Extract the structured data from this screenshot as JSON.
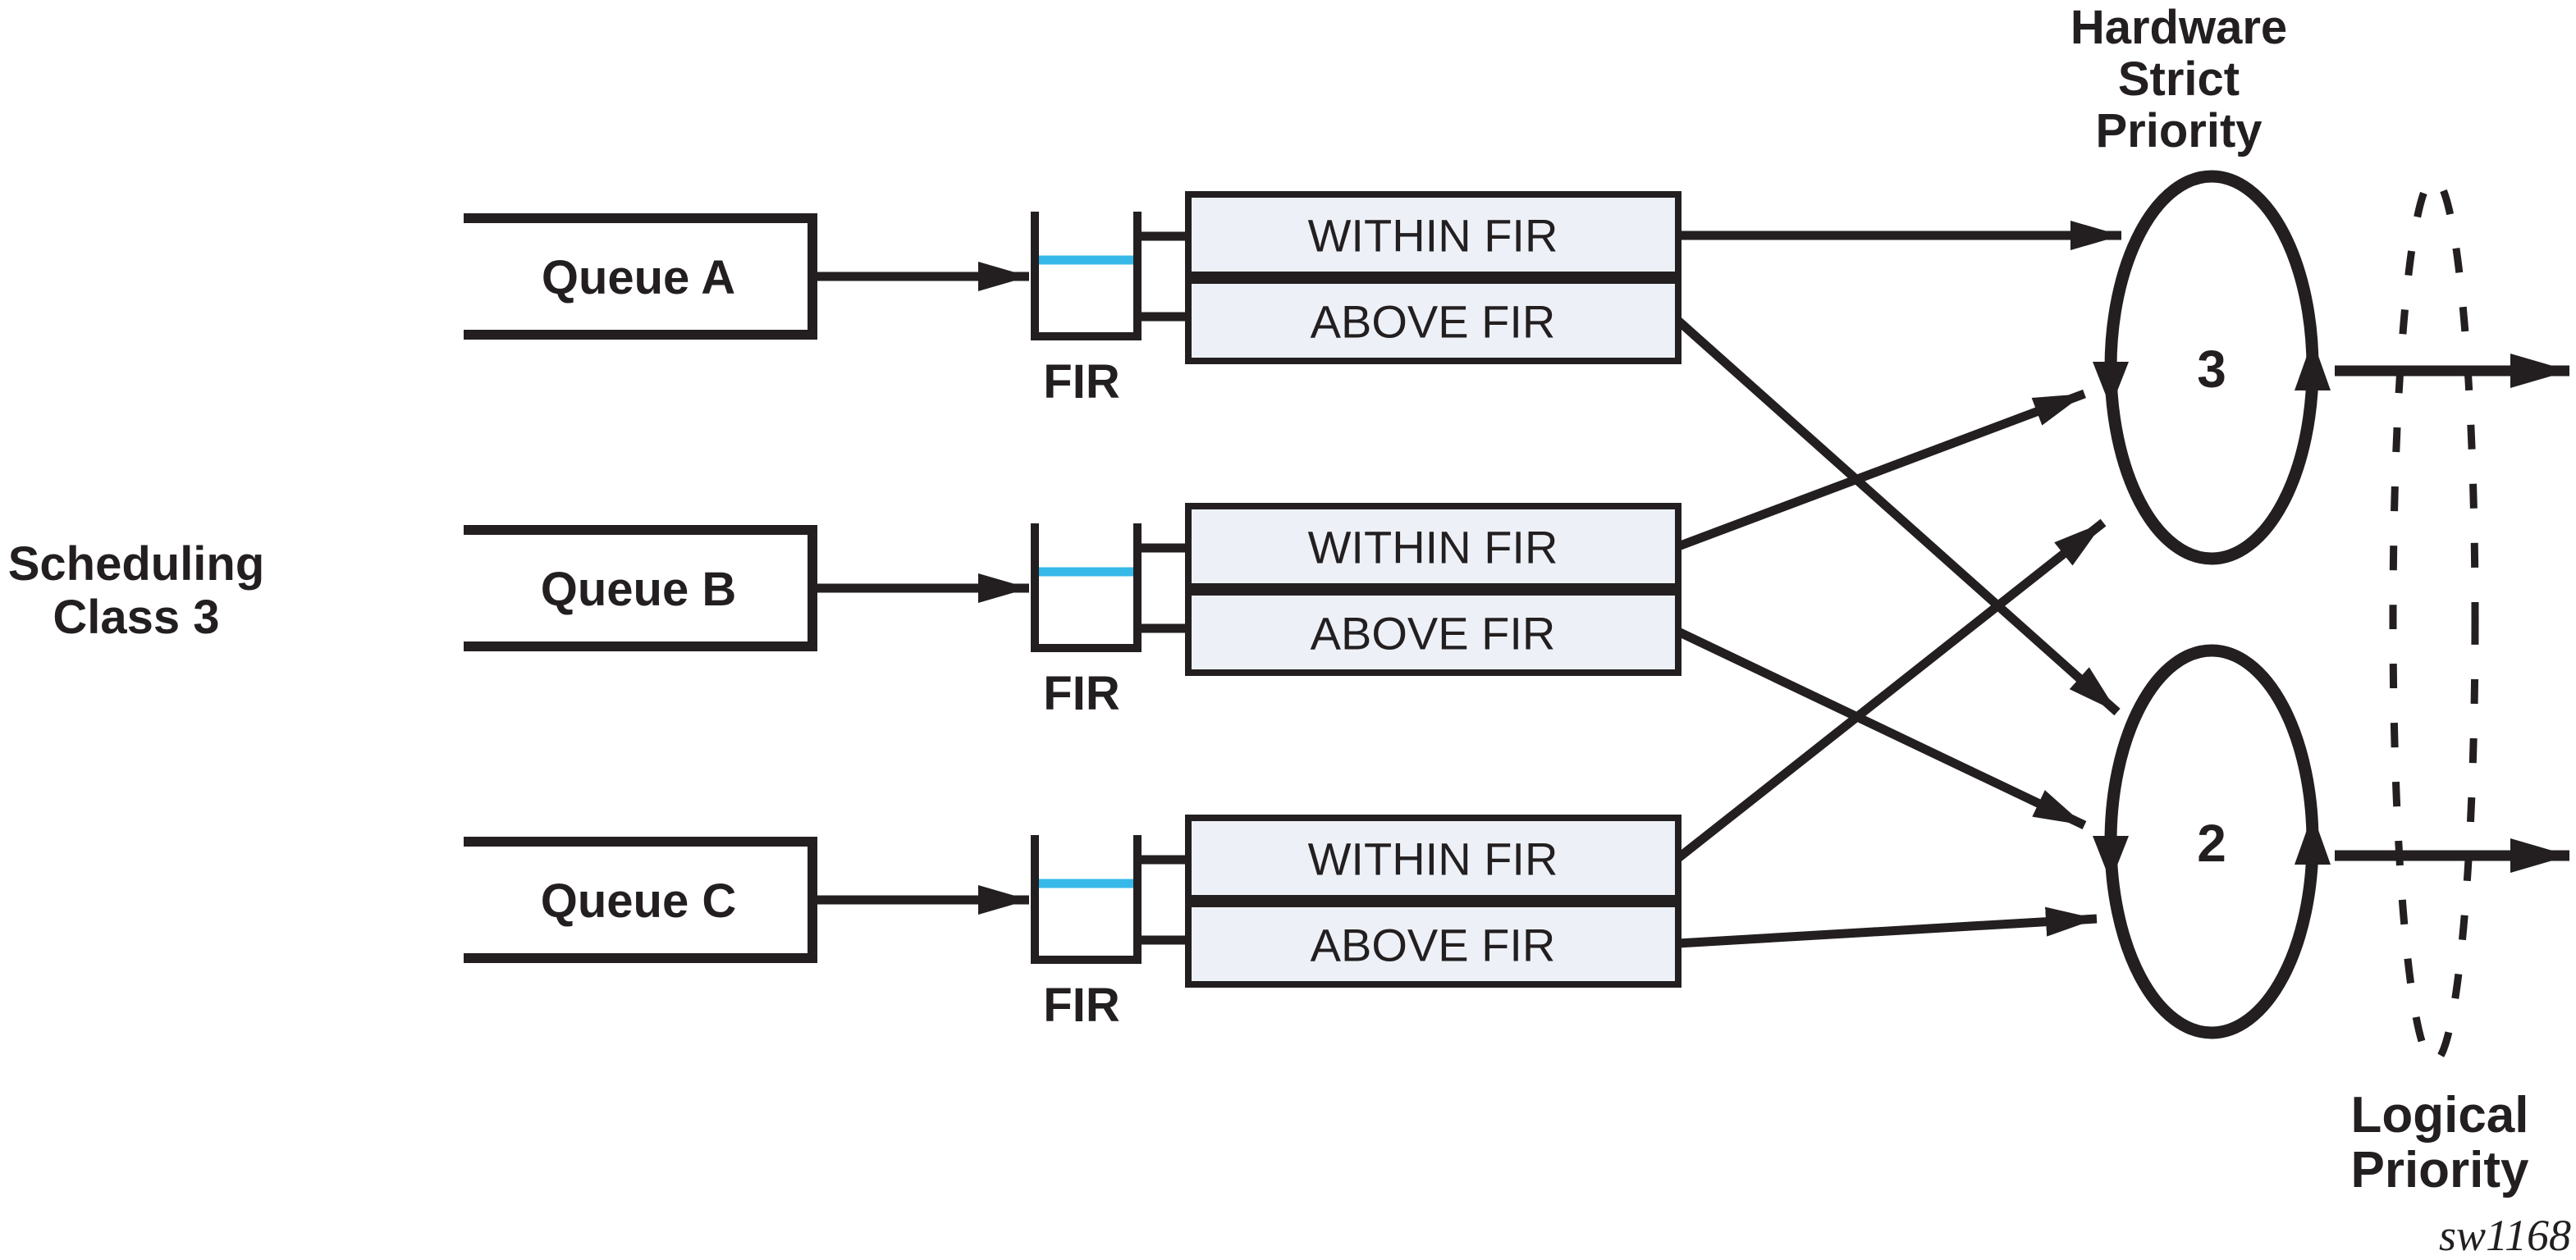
{
  "diagram": {
    "left_label": {
      "line1": "Scheduling",
      "line2": "Class 3"
    },
    "rows": [
      {
        "queue_label": "Queue A"
      },
      {
        "queue_label": "Queue B"
      },
      {
        "queue_label": "Queue C"
      }
    ],
    "bucket_label": "FIR",
    "band_labels": {
      "within": "WITHIN FIR",
      "above": "ABOVE FIR"
    },
    "hw_title": {
      "line1": "Hardware",
      "line2": "Strict",
      "line3": "Priority"
    },
    "priority_nodes": [
      {
        "label": "3"
      },
      {
        "label": "2"
      }
    ],
    "logical_label": {
      "line1": "Logical",
      "line2": "Priority"
    },
    "watermark": "sw1168",
    "colors": {
      "ink": "#231f20",
      "band_fill": "#edf1f7",
      "fir_level": "#36b9e9",
      "background": "#ffffff"
    }
  }
}
